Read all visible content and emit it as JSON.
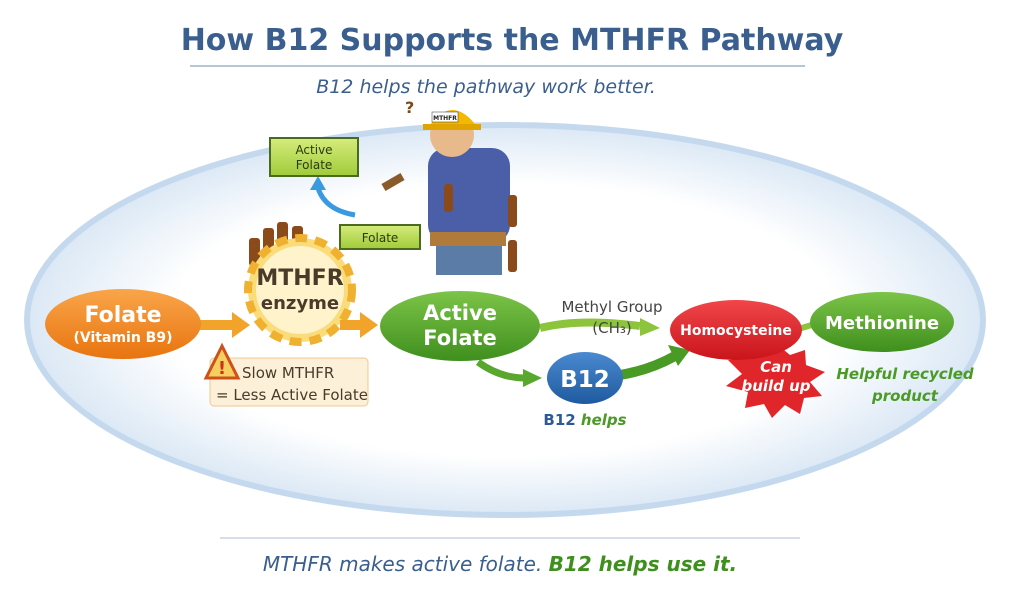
{
  "title": "How B12 Supports the MTHFR Pathway",
  "subtitle": "B12 helps the pathway work better.",
  "worker": {
    "hat_label": "MTHFR",
    "question_mark": "?",
    "box_active_line1": "Active",
    "box_active_line2": "Folate",
    "box_folate": "Folate"
  },
  "nodes": {
    "folate": {
      "line1": "Folate",
      "line2": "(Vitamin B9)"
    },
    "enzyme": {
      "line1": "MTHFR",
      "line2": "enzyme"
    },
    "warning": {
      "line1": "Slow MTHFR",
      "line2": "= Less Active Folate"
    },
    "active_folate": {
      "line1": "Active",
      "line2": "Folate"
    },
    "methyl": {
      "line1": "Methyl Group",
      "line2": "(CH₃)"
    },
    "b12": {
      "label": "B12",
      "caption_b12": "B12",
      "caption_helps": " helps"
    },
    "homocysteine": {
      "label": "Homocysteine",
      "burst_line1": "Can",
      "burst_line2": "build up"
    },
    "methionine": {
      "label": "Methionine",
      "caption_line1": "Helpful recycled",
      "caption_line2": "product"
    }
  },
  "footer": {
    "part1": "MTHFR makes active folate. ",
    "part2": "B12 helps use it."
  },
  "colors": {
    "title": "#3a5f8f",
    "orange": "#f08a1c",
    "green": "#5aa72e",
    "red": "#e0262a",
    "blue": "#2d6db5"
  }
}
